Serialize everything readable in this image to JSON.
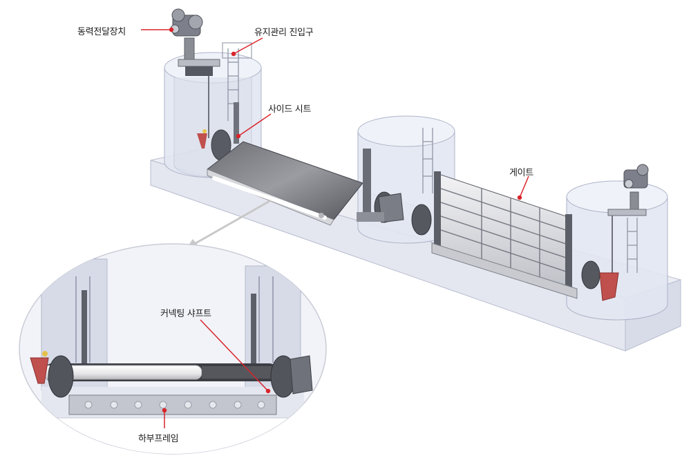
{
  "labels": {
    "power_unit": "동력전달장치",
    "maintenance_entrance": "유지관리 진입구",
    "side_seat": "사이드 시트",
    "gate": "게이트",
    "connecting_shaft": "커넥팅 샤프트",
    "lower_frame": "하부프레임"
  },
  "colors": {
    "leader_line": "#d9242b",
    "structure_fill": "#dfe3ee",
    "structure_edge": "#9aa0b8",
    "steel_dark": "#4a4d55",
    "steel_light": "#e8e8ea",
    "actuator": "#c0504d",
    "callout_arrow": "#c8c8c8"
  },
  "icons": [
    "gear-actuator-icon",
    "callout-arrow-icon"
  ]
}
